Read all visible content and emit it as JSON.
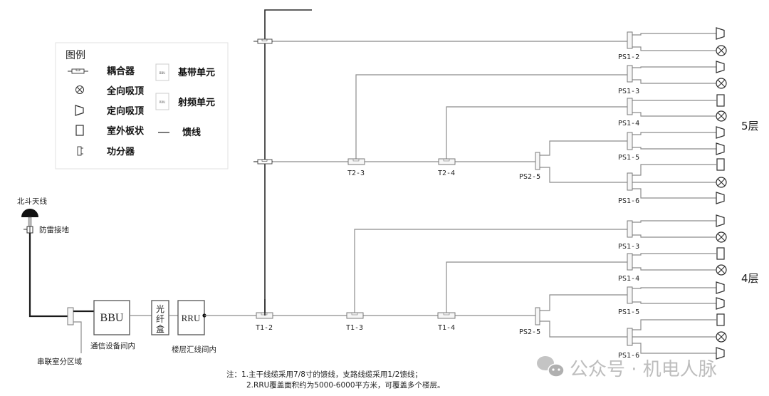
{
  "legend": {
    "title": "图例",
    "items": [
      {
        "icon": "coupler-icon",
        "label": "耦合器"
      },
      {
        "icon": "omni-ceiling-antenna-icon",
        "label": "全向吸顶"
      },
      {
        "icon": "directional-ceiling-antenna-icon",
        "label": "定向吸顶"
      },
      {
        "icon": "outdoor-panel-antenna-icon",
        "label": "室外板状"
      },
      {
        "icon": "power-splitter-icon",
        "label": "功分器"
      }
    ],
    "right_items": [
      {
        "icon": "bbu-icon",
        "icon_text": "BBU",
        "label": "基带单元"
      },
      {
        "icon": "rru-icon",
        "icon_text": "RRU",
        "label": "射频单元"
      },
      {
        "icon": "feeder-line-icon",
        "icon_text": "—",
        "label": "馈线"
      }
    ]
  },
  "source": {
    "antenna_label": "北斗天线",
    "grounding_label": "防雷接地",
    "serial_area_label": "串联室分区域"
  },
  "equipment": {
    "bbu": {
      "label": "BBU",
      "location": "通信设备间内"
    },
    "fiber_box": {
      "chars": [
        "光",
        "纤",
        "盒"
      ]
    },
    "rru": {
      "label": "RRU",
      "location": "楼层汇线间内"
    }
  },
  "floors": {
    "f5": {
      "label": "5层",
      "couplers": [
        "T2-3",
        "T2-4"
      ],
      "main_splitter": "PS2-5",
      "splitters": [
        {
          "name": "PS1-2",
          "antennas": [
            "directional",
            "omni"
          ]
        },
        {
          "name": "PS1-3",
          "antennas": [
            "directional",
            "omni"
          ]
        },
        {
          "name": "PS1-4",
          "antennas": [
            "outdoor-panel",
            "omni"
          ]
        },
        {
          "name": "PS1-5",
          "antennas": [
            "directional",
            "directional"
          ]
        },
        {
          "name": "PS1-6",
          "antennas": [
            "outdoor-panel",
            "omni",
            "directional"
          ]
        }
      ]
    },
    "f4": {
      "label": "4层",
      "couplers": [
        "T1-2",
        "T1-3",
        "T1-4"
      ],
      "main_splitter": "PS2-5",
      "splitters": [
        {
          "name": "PS1-3",
          "antennas": [
            "directional",
            "omni"
          ]
        },
        {
          "name": "PS1-4",
          "antennas": [
            "outdoor-panel",
            "omni"
          ]
        },
        {
          "name": "PS1-5",
          "antennas": [
            "directional",
            "directional"
          ]
        },
        {
          "name": "PS1-6",
          "antennas": [
            "outdoor-panel",
            "omni",
            "directional"
          ]
        }
      ]
    }
  },
  "notes": {
    "line1": "注：1.主干线缆采用7/8寸的馈线，支路线缆采用1/2馈线；",
    "line2": "2.RRU覆盖面积约为5000-6000平方米，可覆盖多个楼层。"
  },
  "watermark": {
    "text": "公众号 · 机电人脉",
    "icon": "wechat-icon"
  },
  "colors": {
    "feeder": "#8c8c8c",
    "trunk": "#2a2a2a",
    "watermark": "#bdbdbd"
  }
}
